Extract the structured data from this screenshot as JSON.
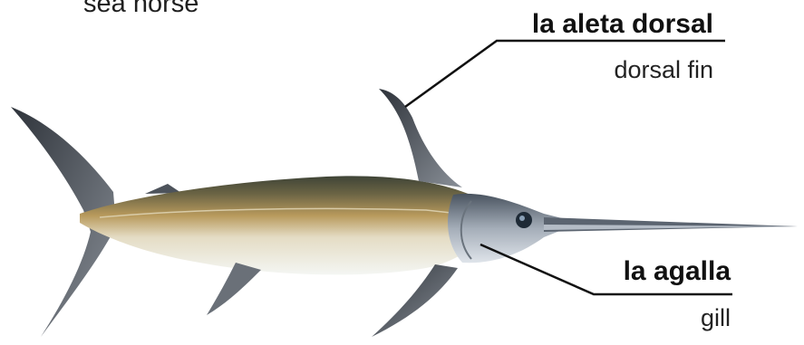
{
  "top_caption": "sea horse",
  "labels": [
    {
      "term": "la aleta dorsal",
      "gloss": "dorsal fin"
    },
    {
      "term": "la agalla",
      "gloss": "gill"
    }
  ],
  "colors": {
    "leader_line": "#111111",
    "fin": "#5a5f68",
    "back": "#5e5a3e",
    "belly": "#eef1ee",
    "flank": "#c9ac6a"
  }
}
